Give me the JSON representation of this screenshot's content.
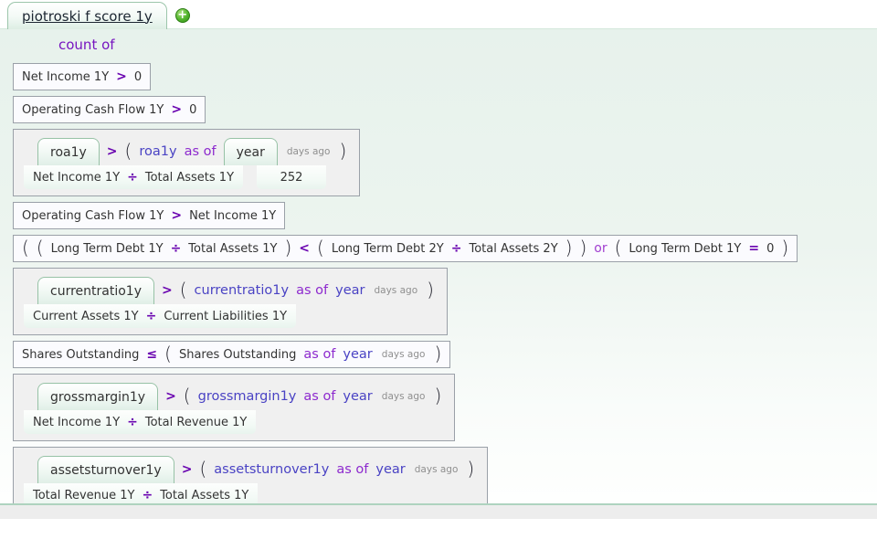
{
  "tab": {
    "title": "piotroski f score 1y",
    "add_icon": "plus-icon",
    "plus_glyph": "+"
  },
  "header": {
    "label": "count of"
  },
  "colors": {
    "panel_green": "#e7f2ec",
    "panel_border": "#aed3bf",
    "tab_border": "#9cc6ab",
    "operator_purple": "#6a04b0",
    "keyword_purple": "#8d2ace",
    "or_purple": "#a13fd0",
    "ref_blue": "#4a43c4",
    "muted_gray": "#8f8f8f",
    "box_gray": "#f0f0f0",
    "plus_green": "#53b52d"
  },
  "rows": [
    {
      "type": "simple",
      "tokens": [
        {
          "t": "text",
          "v": "Net Income 1Y"
        },
        {
          "t": "op",
          "v": ">"
        },
        {
          "t": "text",
          "v": "0"
        }
      ]
    },
    {
      "type": "simple",
      "tokens": [
        {
          "t": "text",
          "v": "Operating Cash Flow 1Y"
        },
        {
          "t": "op",
          "v": ">"
        },
        {
          "t": "text",
          "v": "0"
        }
      ]
    },
    {
      "type": "block",
      "head": [
        {
          "t": "tab",
          "v": "roa1y"
        },
        {
          "t": "op",
          "v": ">"
        },
        {
          "t": "paren",
          "v": "("
        },
        {
          "t": "ref",
          "v": "roa1y"
        },
        {
          "t": "asof",
          "v": "as of"
        },
        {
          "t": "tab",
          "v": "year"
        },
        {
          "t": "days",
          "v": "days ago"
        },
        {
          "t": "paren",
          "v": ")"
        }
      ],
      "strips": [
        {
          "tokens": [
            {
              "t": "text",
              "v": "Net Income 1Y"
            },
            {
              "t": "op",
              "v": "÷"
            },
            {
              "t": "text",
              "v": "Total Assets 1Y"
            }
          ]
        },
        {
          "center": true,
          "min_width": 76,
          "tokens": [
            {
              "t": "num",
              "v": "252"
            }
          ]
        }
      ]
    },
    {
      "type": "simple",
      "tokens": [
        {
          "t": "text",
          "v": "Operating Cash Flow 1Y"
        },
        {
          "t": "op",
          "v": ">"
        },
        {
          "t": "text",
          "v": "Net Income 1Y"
        }
      ]
    },
    {
      "type": "simple",
      "tokens": [
        {
          "t": "paren",
          "v": "("
        },
        {
          "t": "paren",
          "v": "("
        },
        {
          "t": "text",
          "v": "Long Term Debt 1Y"
        },
        {
          "t": "op",
          "v": "÷"
        },
        {
          "t": "text",
          "v": "Total Assets 1Y"
        },
        {
          "t": "paren",
          "v": ")"
        },
        {
          "t": "op",
          "v": "<"
        },
        {
          "t": "paren",
          "v": "("
        },
        {
          "t": "text",
          "v": "Long Term Debt 2Y"
        },
        {
          "t": "op",
          "v": "÷"
        },
        {
          "t": "text",
          "v": "Total Assets 2Y"
        },
        {
          "t": "paren",
          "v": ")"
        },
        {
          "t": "paren",
          "v": ")"
        },
        {
          "t": "or",
          "v": "or"
        },
        {
          "t": "paren",
          "v": "("
        },
        {
          "t": "text",
          "v": "Long Term Debt 1Y"
        },
        {
          "t": "op",
          "v": "="
        },
        {
          "t": "text",
          "v": "0"
        },
        {
          "t": "paren",
          "v": ")"
        }
      ]
    },
    {
      "type": "block",
      "head": [
        {
          "t": "tab",
          "v": "currentratio1y"
        },
        {
          "t": "op",
          "v": ">"
        },
        {
          "t": "paren",
          "v": "("
        },
        {
          "t": "ref",
          "v": "currentratio1y"
        },
        {
          "t": "asof",
          "v": "as of"
        },
        {
          "t": "yr",
          "v": "year"
        },
        {
          "t": "days",
          "v": "days ago"
        },
        {
          "t": "paren",
          "v": ")"
        }
      ],
      "strips": [
        {
          "tokens": [
            {
              "t": "text",
              "v": "Current Assets 1Y"
            },
            {
              "t": "op",
              "v": "÷"
            },
            {
              "t": "text",
              "v": "Current Liabilities 1Y"
            }
          ]
        }
      ]
    },
    {
      "type": "simple",
      "tokens": [
        {
          "t": "text",
          "v": "Shares Outstanding"
        },
        {
          "t": "op",
          "v": "≤"
        },
        {
          "t": "paren",
          "v": "("
        },
        {
          "t": "text",
          "v": "Shares Outstanding"
        },
        {
          "t": "asof",
          "v": "as of"
        },
        {
          "t": "yr",
          "v": "year"
        },
        {
          "t": "days",
          "v": "days ago"
        },
        {
          "t": "paren",
          "v": ")"
        }
      ]
    },
    {
      "type": "block",
      "head": [
        {
          "t": "tab",
          "v": "grossmargin1y"
        },
        {
          "t": "op",
          "v": ">"
        },
        {
          "t": "paren",
          "v": "("
        },
        {
          "t": "ref",
          "v": "grossmargin1y"
        },
        {
          "t": "asof",
          "v": "as of"
        },
        {
          "t": "yr",
          "v": "year"
        },
        {
          "t": "days",
          "v": "days ago"
        },
        {
          "t": "paren",
          "v": ")"
        }
      ],
      "strips": [
        {
          "tokens": [
            {
              "t": "text",
              "v": "Net Income 1Y"
            },
            {
              "t": "op",
              "v": "÷"
            },
            {
              "t": "text",
              "v": "Total Revenue 1Y"
            }
          ]
        }
      ]
    },
    {
      "type": "block",
      "head": [
        {
          "t": "tab",
          "v": "assetsturnover1y"
        },
        {
          "t": "op",
          "v": ">"
        },
        {
          "t": "paren",
          "v": "("
        },
        {
          "t": "ref",
          "v": "assetsturnover1y"
        },
        {
          "t": "asof",
          "v": "as of"
        },
        {
          "t": "yr",
          "v": "year"
        },
        {
          "t": "days",
          "v": "days ago"
        },
        {
          "t": "paren",
          "v": ")"
        }
      ],
      "strips": [
        {
          "tokens": [
            {
              "t": "text",
              "v": "Total Revenue 1Y"
            },
            {
              "t": "op",
              "v": "÷"
            },
            {
              "t": "text",
              "v": "Total Assets 1Y"
            }
          ]
        }
      ]
    }
  ]
}
